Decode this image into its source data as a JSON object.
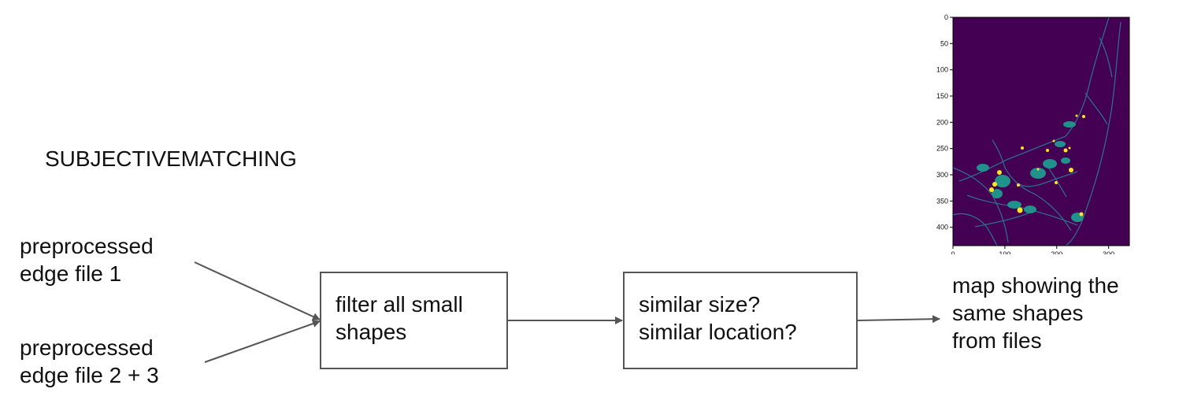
{
  "title": "SUBJECTIVEMATCHING",
  "inputs": [
    {
      "label": "preprocessed\nedge file 1"
    },
    {
      "label": "preprocessed\nedge file 2 + 3"
    }
  ],
  "steps": [
    {
      "label": "filter all small\nshapes"
    },
    {
      "label": "similar size?\nsimilar location?"
    }
  ],
  "output": {
    "label": "map showing the\nsame shapes\nfrom files"
  },
  "map_image": {
    "y_ticks": [
      "0",
      "50",
      "100",
      "150",
      "200",
      "250",
      "300",
      "350",
      "400"
    ],
    "x_ticks": [
      "0",
      "100",
      "200",
      "300"
    ],
    "colors": {
      "background": "#440154",
      "edges": "#31688e",
      "regions": "#21918c",
      "matches": "#fde725"
    }
  }
}
